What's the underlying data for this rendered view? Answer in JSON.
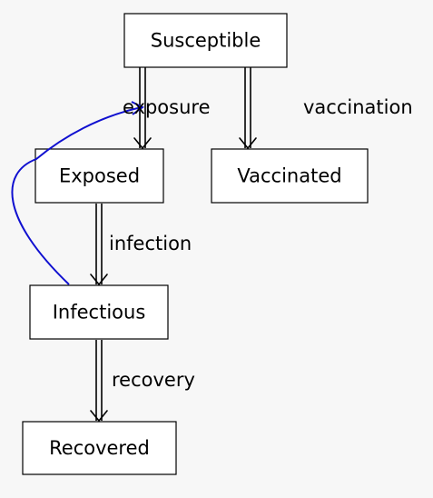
{
  "nodes": {
    "susceptible": "Susceptible",
    "exposed": "Exposed",
    "vaccinated": "Vaccinated",
    "infectious": "Infectious",
    "recovered": "Recovered"
  },
  "edges": {
    "exposure": "exposure",
    "vaccination": "vaccination",
    "infection": "infection",
    "recovery": "recovery"
  },
  "colors": {
    "feedback_edge": "#1010d0"
  }
}
